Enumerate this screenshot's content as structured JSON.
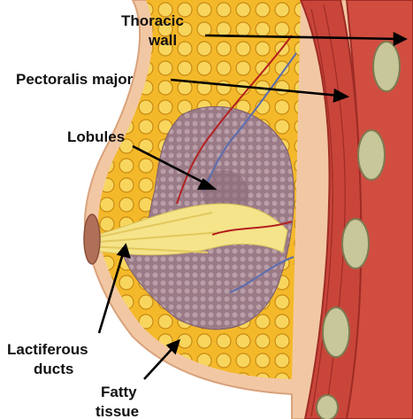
{
  "labels": {
    "thoracic_wall_line1": "Thoracic",
    "thoracic_wall_line2": "wall",
    "pectoralis_major": "Pectoralis major",
    "lobules": "Lobules",
    "lactiferous_line1": "Lactiferous",
    "lactiferous_line2": "ducts",
    "fatty_line1": "Fatty",
    "fatty_line2": "tissue"
  },
  "colors": {
    "background": "#ffffff",
    "skin": "#f2c8a4",
    "skin_edge": "#d9a27c",
    "fat": "#f4b92a",
    "fat_light": "#f8d65e",
    "fat_outline": "#c98a12",
    "muscle": "#c9453a",
    "muscle_dark": "#9e2c25",
    "rib_bone": "#c8c79a",
    "lobule": "#9a7a86",
    "lobule_dot": "#b99ea8",
    "duct": "#f5e48a",
    "vessel_red": "#b32020",
    "vessel_blue": "#5a6db0",
    "text": "#111111"
  }
}
